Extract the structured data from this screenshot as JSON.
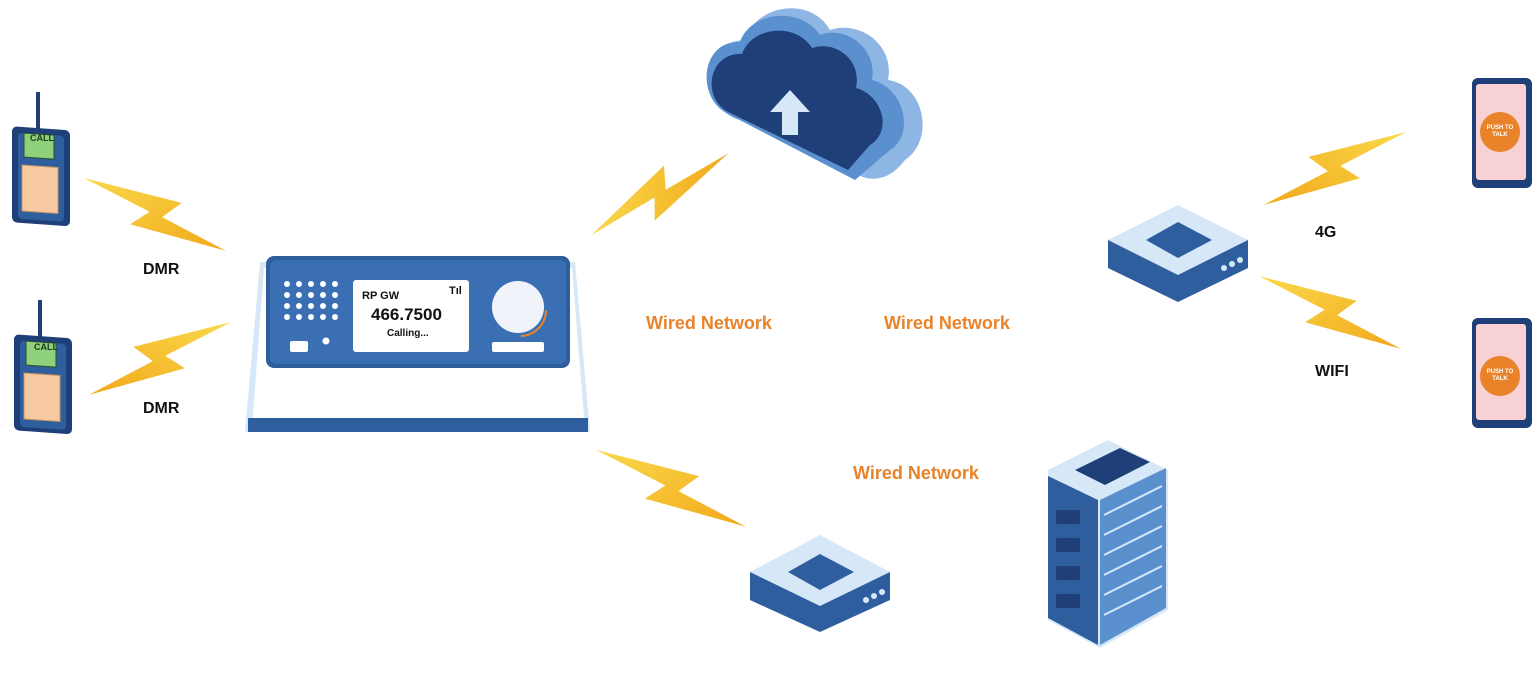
{
  "colors": {
    "accent_orange": "#E8832A",
    "device_blue": "#2F5E9E",
    "device_dark": "#1E3F78",
    "device_light": "#D6E8F8",
    "bolt_yellow": "#F6C61B"
  },
  "labels": {
    "dmr_top": "DMR",
    "dmr_bottom": "DMR",
    "wired_1": "Wired Network",
    "wired_2": "Wired Network",
    "wired_3": "Wired Network",
    "cell": "4G",
    "wifi": "WIFI"
  },
  "gateway": {
    "screen_title": "RP GW",
    "frequency": "466.7500",
    "status": "Calling..."
  },
  "radio": {
    "screen_text": "CALL"
  },
  "phone": {
    "button_text_top": "PUSH TO TALK",
    "button_text_bottom": "PUSH TO TALK"
  },
  "icons": [
    "walkie-talkie-icon",
    "lightning-bolt-icon",
    "gateway-device-icon",
    "cloud-upload-icon",
    "network-router-icon",
    "server-rack-icon",
    "smartphone-icon"
  ]
}
